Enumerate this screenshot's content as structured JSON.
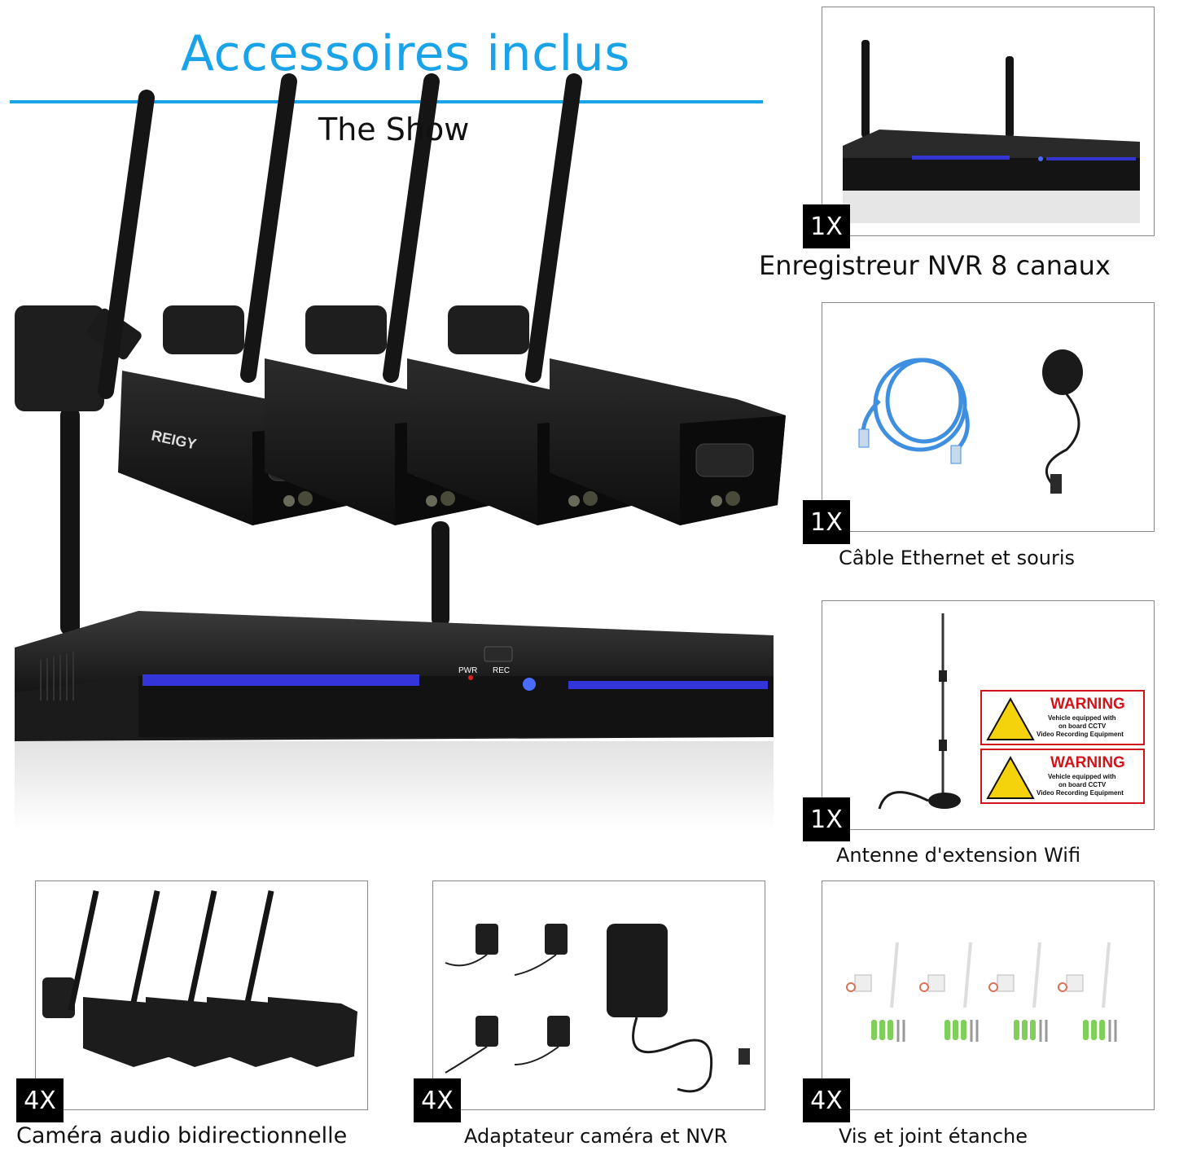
{
  "header": {
    "title": "Accessoires inclus",
    "subtitle": "The Show"
  },
  "hero": {
    "camera_brand": "REIGY",
    "nvr_pwr_label": "PWR",
    "nvr_rec_label": "REC"
  },
  "items": [
    {
      "qty": "1X",
      "caption": "Enregistreur NVR 8 canaux"
    },
    {
      "qty": "1X",
      "caption": "Câble Ethernet et souris"
    },
    {
      "qty": "1X",
      "caption": "Antenne d'extension Wifi"
    },
    {
      "qty": "4X",
      "caption": "Caméra audio bidirectionnelle"
    },
    {
      "qty": "4X",
      "caption": "Adaptateur caméra et NVR"
    },
    {
      "qty": "4X",
      "caption": "Vis et joint étanche"
    }
  ],
  "stickers": [
    {
      "heading": "WARNING",
      "line1": "Vehicle equipped with",
      "line2": "on board CCTV",
      "line3": "Video Recording Equipment"
    },
    {
      "heading": "WARNING",
      "line1": "Vehicle equipped with",
      "line2": "on board CCTV",
      "line3": "Video Recording Equipment"
    }
  ],
  "colors": {
    "accent": "#1aa3e8",
    "device_black": "#141414",
    "led_blue": "#3b3bff",
    "cable_blue": "#3f8fe0",
    "warning_red": "#d0161b",
    "warning_yellow": "#f4d20c",
    "screw_green": "#7fcf5a"
  }
}
